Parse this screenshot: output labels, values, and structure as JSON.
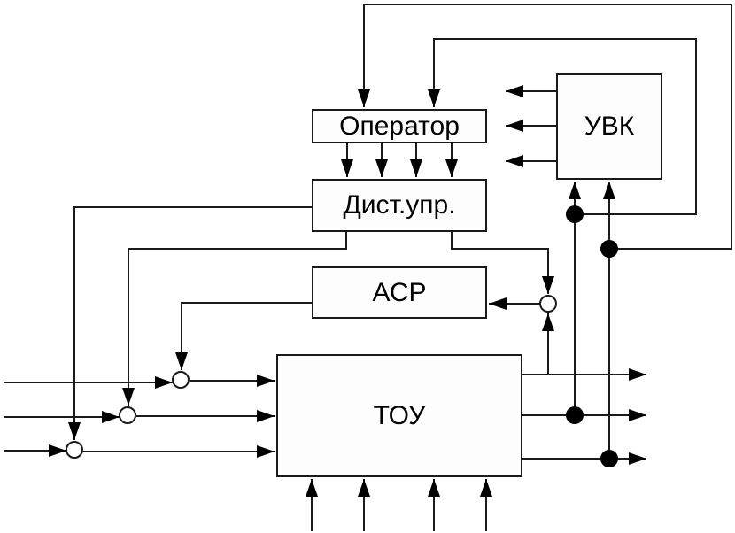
{
  "diagram": {
    "blocks": {
      "operator": "Оператор",
      "remote_control": "Дист.упр.",
      "asr": "АСР",
      "uvk": "УВК",
      "tou": "ТОУ"
    },
    "line_color": "#1a1a1a",
    "junction_fill": "#000000",
    "summator_fill": "#ffffff"
  }
}
